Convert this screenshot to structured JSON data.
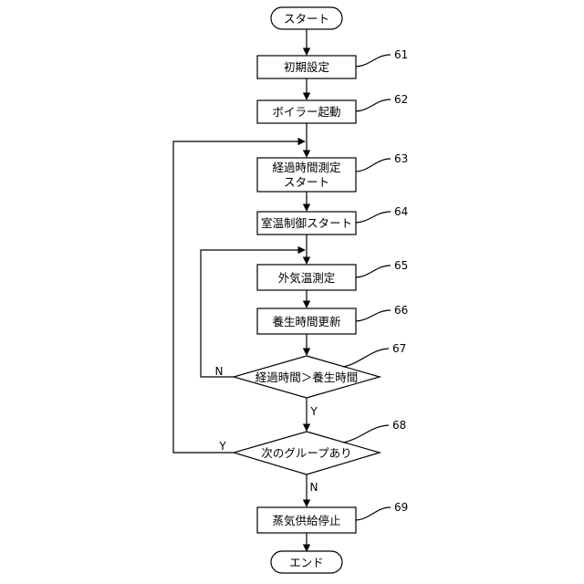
{
  "flowchart": {
    "start": "スタート",
    "end": "エンド",
    "steps": [
      {
        "id": "s61",
        "label": "初期設定",
        "ref": "61"
      },
      {
        "id": "s62",
        "label": "ボイラー起動",
        "ref": "62"
      },
      {
        "id": "s63",
        "label_line1": "経過時間測定",
        "label_line2": "スタート",
        "ref": "63"
      },
      {
        "id": "s64",
        "label": "室温制御スタート",
        "ref": "64"
      },
      {
        "id": "s65",
        "label": "外気温測定",
        "ref": "65"
      },
      {
        "id": "s66",
        "label": "養生時間更新",
        "ref": "66"
      },
      {
        "id": "s69",
        "label": "蒸気供給停止",
        "ref": "69"
      }
    ],
    "decisions": [
      {
        "id": "d67",
        "label": "経過時間＞養生時間",
        "ref": "67",
        "yes": "Y",
        "no": "N"
      },
      {
        "id": "d68",
        "label": "次のグループあり",
        "ref": "68",
        "yes": "Y",
        "no": "N"
      }
    ]
  }
}
